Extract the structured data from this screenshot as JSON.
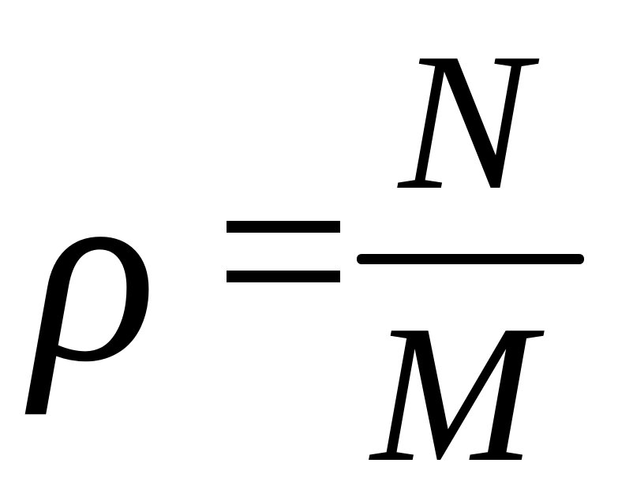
{
  "formula": {
    "lhs": "ρ",
    "operator": "=",
    "numerator": "N",
    "denominator": "M"
  }
}
